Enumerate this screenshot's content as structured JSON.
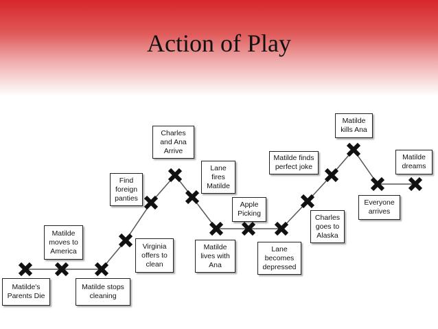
{
  "title": "Action of Play",
  "events": [
    "Matilde's\nParents Die",
    "Matilde\nmoves to\nAmerica",
    "Matilde stops\ncleaning",
    "Virginia\noffers to\nclean",
    "Find\nforeign\npanties",
    "Charles\nand Ana\nArrive",
    "Lane\nfires\nMatilde",
    "Matilde\nlives with\nAna",
    "Apple\nPicking",
    "Lane\nbecomes\ndepressed",
    "Charles\ngoes to\nAlaska",
    "Matilde finds\nperfect joke",
    "Matilde\nkills Ana",
    "Everyone\narrives",
    "Matilde\ndreams"
  ],
  "colors": {
    "line": "#555555",
    "marker": "#111111",
    "accent": "#d7262b"
  }
}
